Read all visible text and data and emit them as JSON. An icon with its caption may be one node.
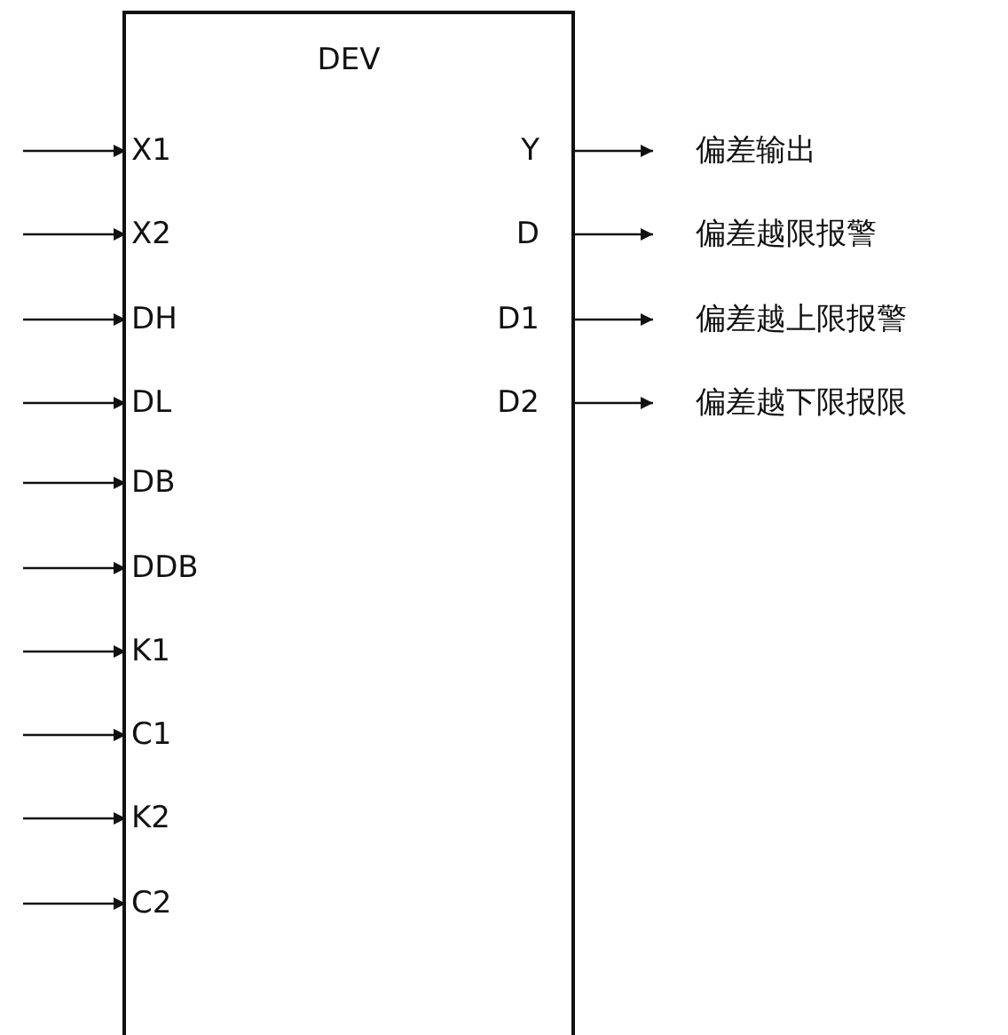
{
  "diagram": {
    "nodes": [
      {
        "text": [
          "DEV"
        ]
      },
      {
        "text": [
          "X1"
        ],
        "in": 0
      },
      {
        "text": [
          "X2"
        ],
        "in": 0
      },
      {
        "text": [
          "DH"
        ],
        "in": 0
      },
      {
        "text": [
          "DL"
        ],
        "in": 0
      },
      {
        "text": [
          "DB"
        ],
        "in": 0
      },
      {
        "text": [
          "DDB"
        ],
        "in": 0
      },
      {
        "text": [
          "K1"
        ],
        "in": 0
      },
      {
        "text": [
          "C1"
        ],
        "in": 0
      },
      {
        "text": [
          "K2"
        ],
        "in": 0
      },
      {
        "text": [
          "C2"
        ],
        "in": 0
      },
      {
        "text": [
          "Y"
        ],
        "in": 0
      },
      {
        "text": [
          "D"
        ],
        "in": 0
      },
      {
        "text": [
          "D1"
        ],
        "in": 0
      },
      {
        "text": [
          "D2"
        ],
        "in": 0
      },
      {
        "text": [
          "偏差输出"
        ]
      },
      {
        "text": [
          "偏差越限报警"
        ]
      },
      {
        "text": [
          "偏差越上限报警"
        ]
      },
      {
        "text": [
          "偏差越下限报限"
        ]
      }
    ],
    "edges": [
      {
        "from": null,
        "to": 1,
        "arrow": "to"
      },
      {
        "from": null,
        "to": 2,
        "arrow": "to"
      },
      {
        "from": null,
        "to": 3,
        "arrow": "to"
      },
      {
        "from": null,
        "to": 4,
        "arrow": "to"
      },
      {
        "from": null,
        "to": 5,
        "arrow": "to"
      },
      {
        "from": null,
        "to": 6,
        "arrow": "to"
      },
      {
        "from": null,
        "to": 7,
        "arrow": "to"
      },
      {
        "from": null,
        "to": 8,
        "arrow": "to"
      },
      {
        "from": null,
        "to": 9,
        "arrow": "to"
      },
      {
        "from": null,
        "to": 10,
        "arrow": "to"
      },
      {
        "from": 11,
        "to": 15,
        "arrow": "to"
      },
      {
        "from": 12,
        "to": 16,
        "arrow": "to"
      },
      {
        "from": 13,
        "to": 17,
        "arrow": "to"
      },
      {
        "from": 14,
        "to": 18,
        "arrow": "to"
      }
    ]
  }
}
